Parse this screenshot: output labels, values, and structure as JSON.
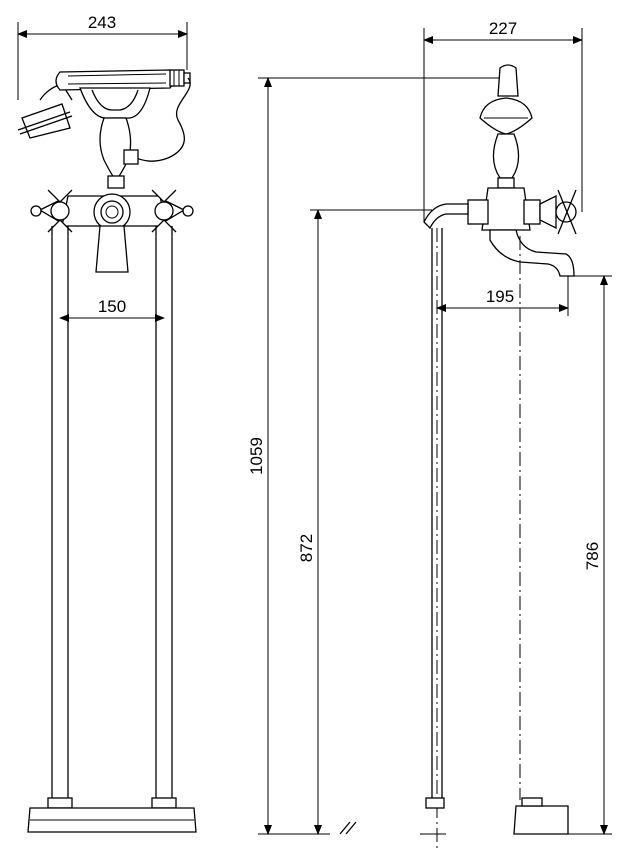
{
  "dimensions": {
    "front_overall_width": "243",
    "front_handle_spacing": "150",
    "side_overall_depth": "227",
    "side_spout_reach": "195",
    "side_total_height": "1059",
    "side_body_height": "872",
    "side_spout_height": "786"
  },
  "colors": {
    "line": "#000000",
    "background": "#ffffff"
  }
}
